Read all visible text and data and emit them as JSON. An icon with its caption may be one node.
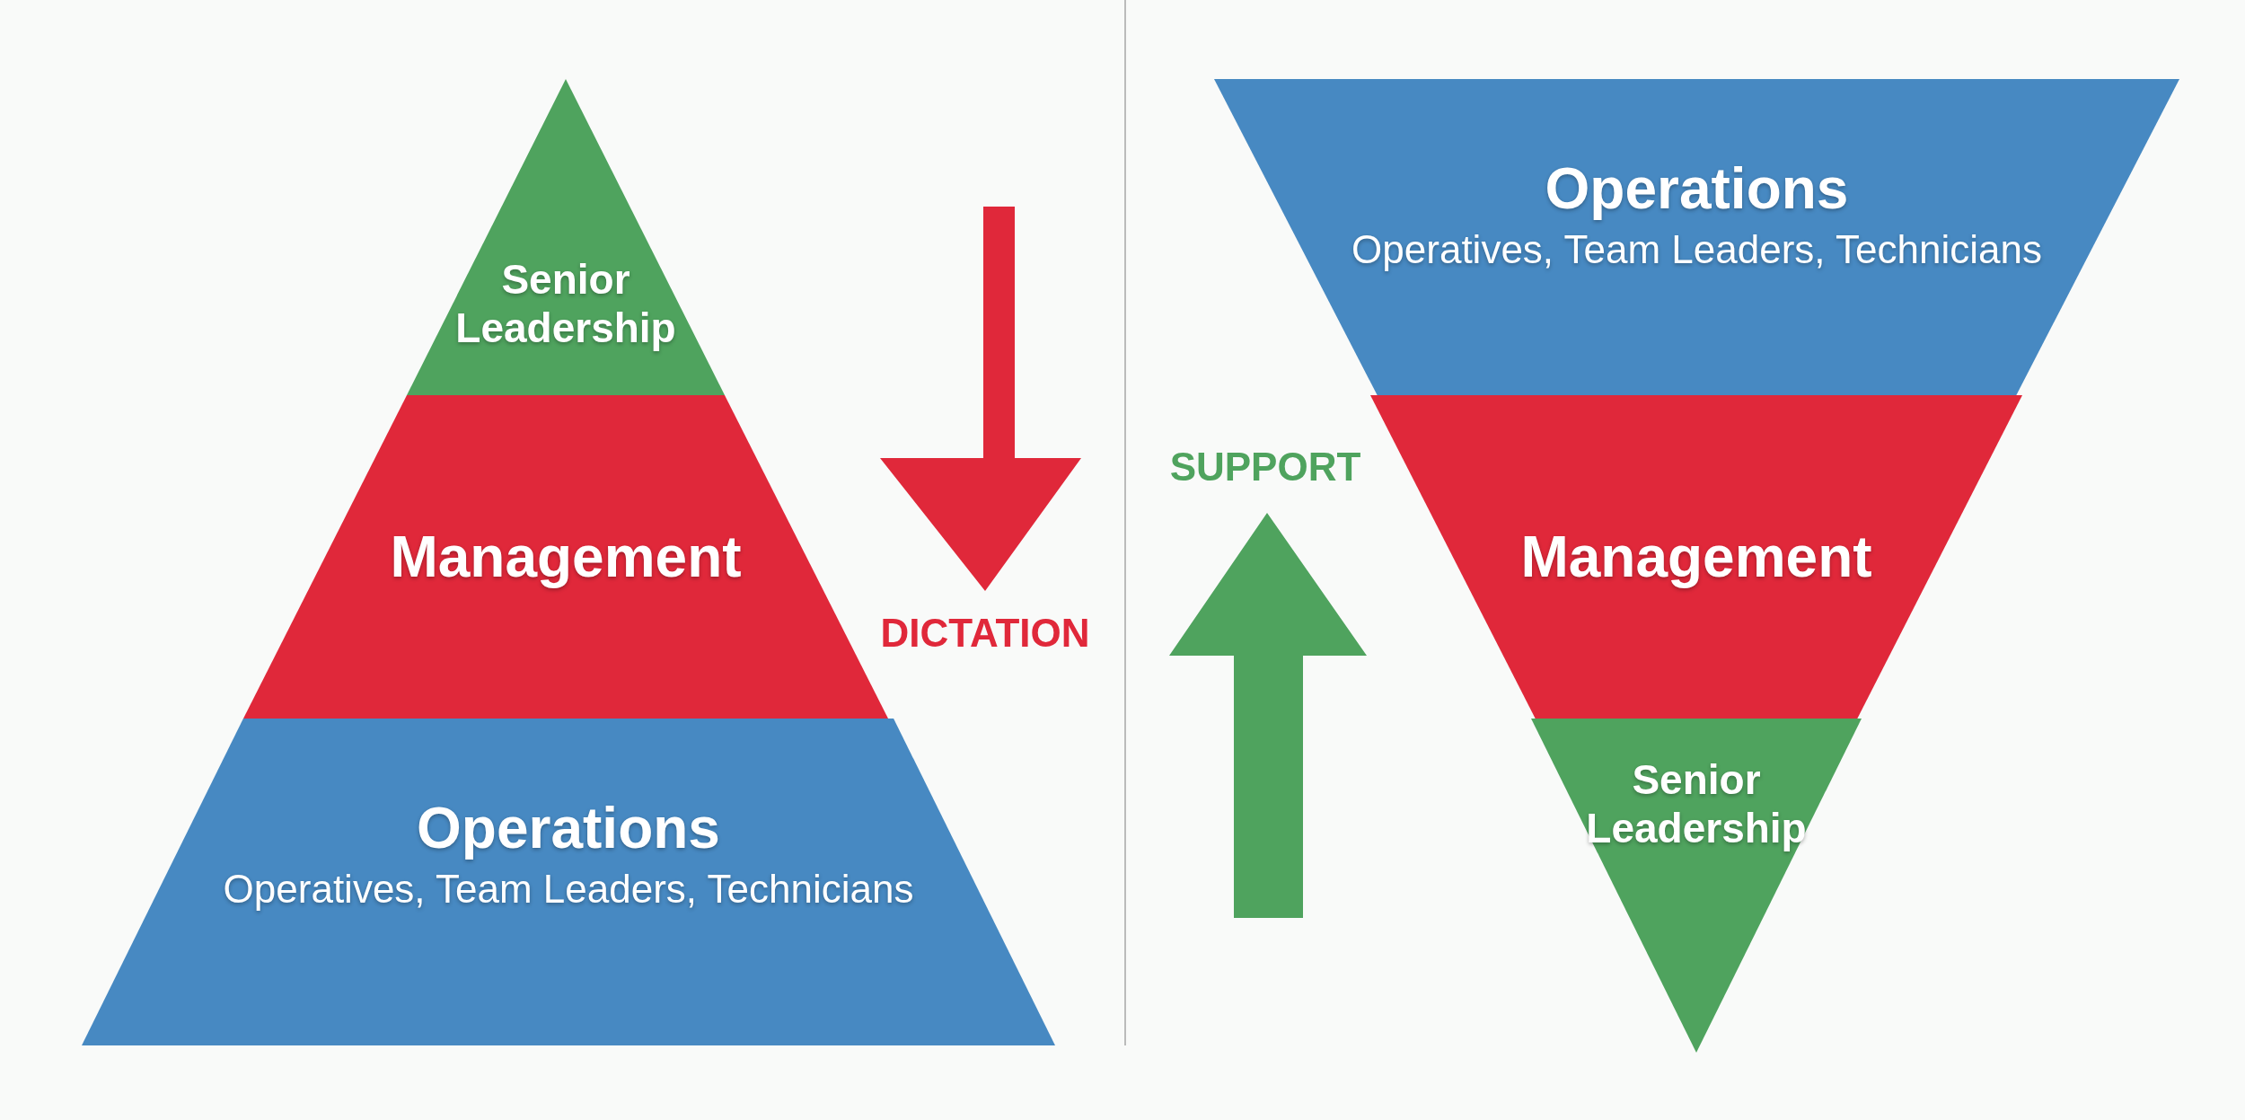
{
  "diagram": {
    "nodes": [
      {
        "text": [
          "Senior Leadership"
        ]
      },
      {
        "text": [
          "Management"
        ]
      },
      {
        "text": [
          "Operations",
          "Operatives, Team Leaders, Technicians"
        ]
      },
      {
        "text": [
          "Operations",
          "Operatives, Team Leaders, Technicians"
        ]
      },
      {
        "text": [
          "Management"
        ]
      },
      {
        "text": [
          "Senior Leadership"
        ]
      }
    ],
    "edges": [],
    "labels": [
      "DICTATION",
      "SUPPORT"
    ]
  }
}
